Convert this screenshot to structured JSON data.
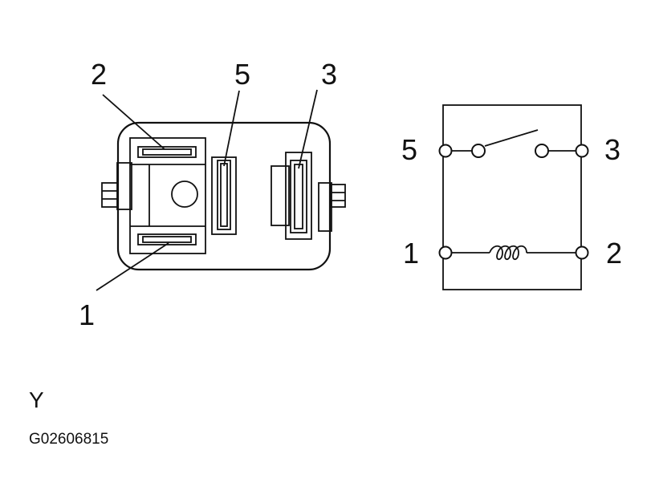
{
  "relay_connector": {
    "pin_labels": {
      "pin2": "2",
      "pin5": "5",
      "pin3": "3",
      "pin1": "1"
    }
  },
  "schematic": {
    "pin_labels": {
      "top_left": "5",
      "top_right": "3",
      "bottom_left": "1",
      "bottom_right": "2"
    }
  },
  "view_label": "Y",
  "figure_code": "G02606815"
}
